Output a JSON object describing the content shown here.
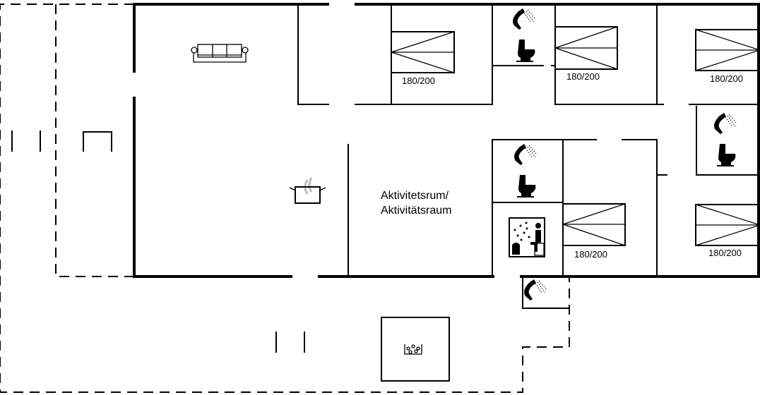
{
  "rooms": {
    "activity_room_line1": "Aktivitetsrum/",
    "activity_room_line2": "Aktivitätsraum"
  },
  "beds": [
    {
      "size": "180/200"
    },
    {
      "size": "180/200"
    },
    {
      "size": "180/200"
    },
    {
      "size": "180/200"
    },
    {
      "size": "180/200"
    }
  ],
  "icons": [
    "sofa-icon",
    "cooking-pot-icon",
    "shower-icon",
    "toilet-icon",
    "sauna-icon",
    "hot-tub-icon"
  ],
  "colors": {
    "wall": "#000000",
    "steam": "#bbbbbb"
  }
}
